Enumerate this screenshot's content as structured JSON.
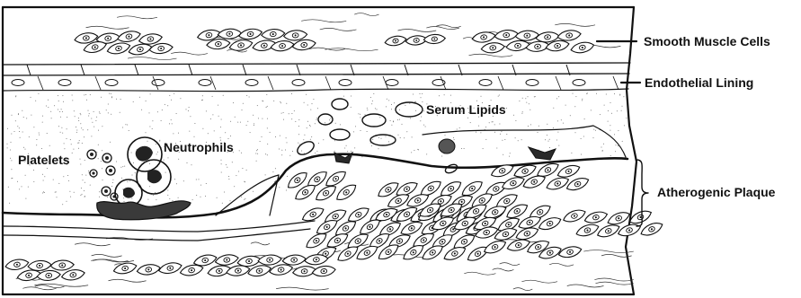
{
  "labels": {
    "smooth_muscle_cells": "Smooth Muscle Cells",
    "endothelial_lining": "Endothelial Lining",
    "serum_lipids": "Serum Lipids",
    "neutrophils": "Neutrophils",
    "platelets": "Platelets",
    "atherogenic_plaque": "Atherogenic Plaque"
  }
}
